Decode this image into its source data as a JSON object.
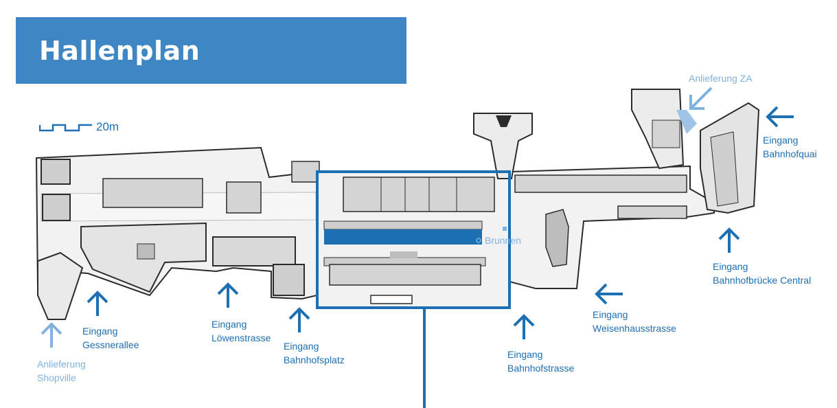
{
  "title": "Hallenplan",
  "scale_label": "20m",
  "colors": {
    "title_bg": "#3e86c4",
    "title_text": "#ffffff",
    "label_blue": "#1d6fb4",
    "label_light": "#7fb2dc",
    "highlight_frame": "#1d6fb4",
    "concourse_floor": "#f2f2f2",
    "building_wall": "#2b2b2b",
    "shop_fill": "#d4d4d4"
  },
  "poi": {
    "brunnen": "Brunnen"
  },
  "entrances": {
    "gessnerallee": {
      "line1": "Eingang",
      "line2": "Gessnerallee"
    },
    "loewenstrasse": {
      "line1": "Eingang",
      "line2": "Löwenstrasse"
    },
    "bahnhofsplatz": {
      "line1": "Eingang",
      "line2": "Bahnhofsplatz"
    },
    "bahnhofstrasse": {
      "line1": "Eingang",
      "line2": "Bahnhofstrasse"
    },
    "weisenhausstrasse": {
      "line1": "Eingang",
      "line2": "Weisenhausstrasse"
    },
    "bahnhofbruecke": {
      "line1": "Eingang",
      "line2": "Bahnhofbrücke Central"
    },
    "bahnhofquai": {
      "line1": "Eingang",
      "line2": "Bahnhofquai"
    }
  },
  "deliveries": {
    "shopville": {
      "line1": "Anlieferung",
      "line2": "Shopville"
    },
    "za": {
      "line1": "Anlieferung ZA"
    }
  }
}
